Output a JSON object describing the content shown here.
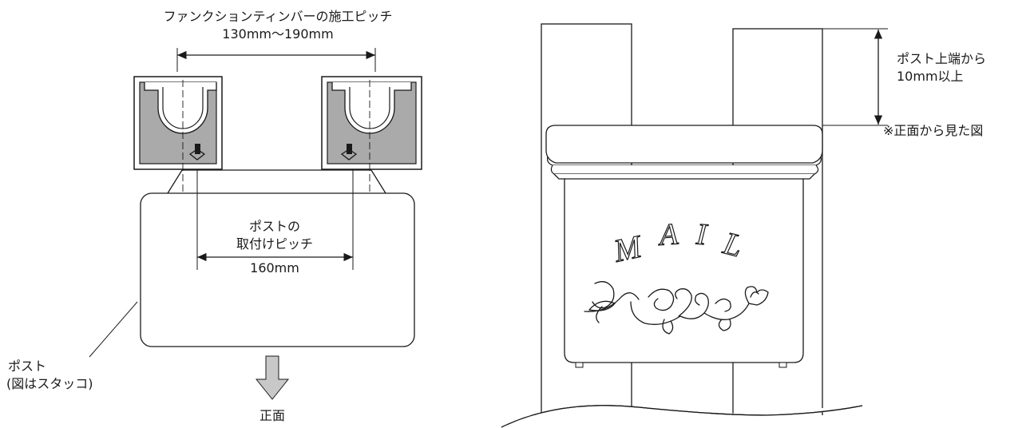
{
  "top_view": {
    "pitch_label": "ファンクションティンバーの施工ピッチ",
    "pitch_value": "130mm〜190mm",
    "mount_label_line1": "ポストの",
    "mount_label_line2": "取付けピッチ",
    "mount_value": "160mm",
    "post_label_line1": "ポスト",
    "post_label_line2": "(図はスタッコ)",
    "front_label": "正面"
  },
  "front_view": {
    "offset_label_line1": "ポスト上端から",
    "offset_label_line2": "10mm以上",
    "note": "※正面から見た図",
    "mail_text": "MAIL"
  },
  "colors": {
    "line": "#1a1a1a",
    "bracket_fill": "#aaaaaa",
    "arrow_fill": "#c8c8c8"
  }
}
